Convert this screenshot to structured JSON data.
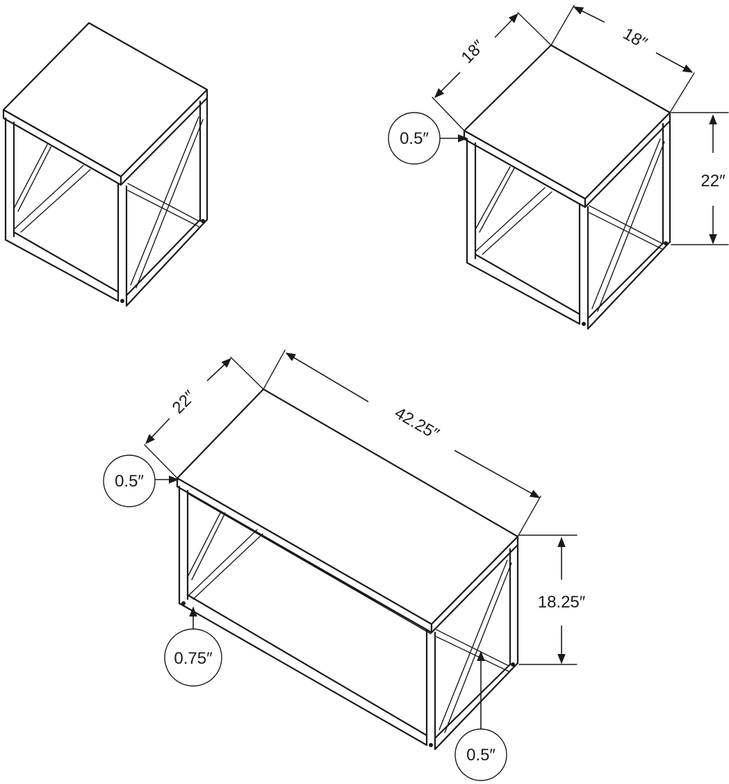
{
  "dimensions": {
    "end_table_depth": "18″",
    "end_table_width": "18″",
    "end_table_height": "22″",
    "end_table_top_thickness": "0.5″",
    "coffee_table_depth": "22″",
    "coffee_table_length": "42.25″",
    "coffee_table_height": "18.25″",
    "coffee_table_top_thickness": "0.5″",
    "coffee_table_leg_width": "0.75″",
    "coffee_table_leg_thickness": "0.5″"
  }
}
